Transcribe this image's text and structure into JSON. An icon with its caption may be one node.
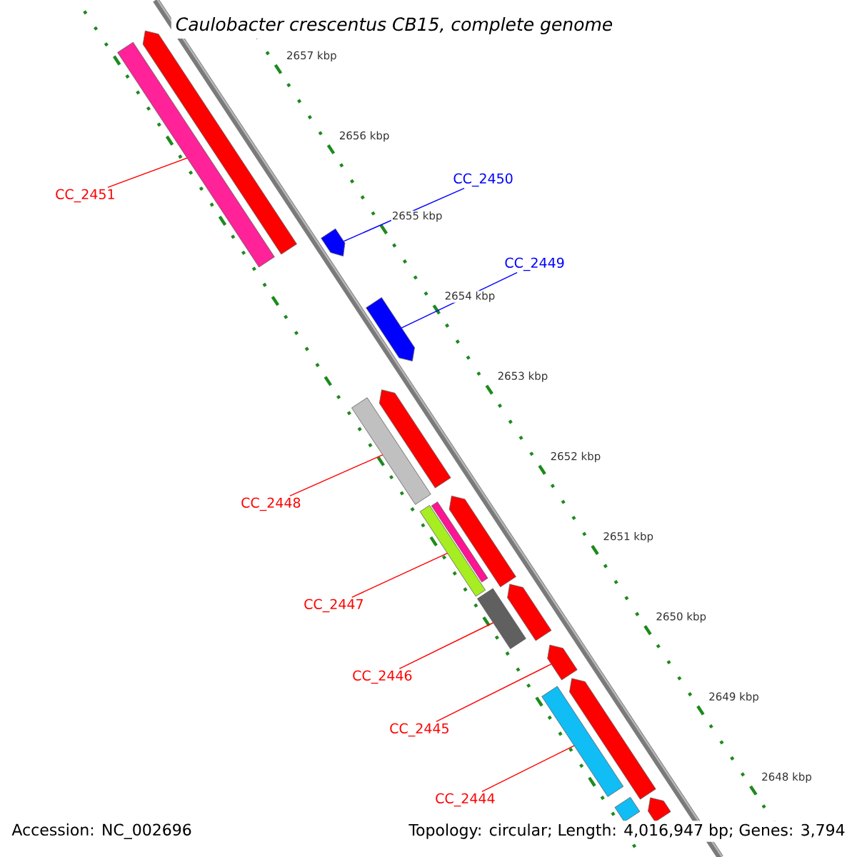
{
  "diagram": {
    "title": "Caulobacter crescentus CB15, complete genome",
    "nodes": [
      {
        "text": [
          "CC_2451"
        ]
      },
      {
        "text": [
          "CC_2450"
        ]
      },
      {
        "text": [
          "CC_2449"
        ]
      },
      {
        "text": [
          "CC_2448"
        ]
      },
      {
        "text": [
          "CC_2447"
        ]
      },
      {
        "text": [
          "CC_2446"
        ]
      },
      {
        "text": [
          "CC_2445"
        ]
      },
      {
        "text": [
          "CC_2444"
        ]
      },
      {
        "text": [],
        "shape": "pentagon"
      },
      {
        "text": [],
        "shape": "bar"
      },
      {
        "text": [],
        "shape": "pentagon"
      },
      {
        "text": [],
        "shape": "pentagon"
      },
      {
        "text": [],
        "shape": "pentagon"
      },
      {
        "text": [],
        "shape": "bar"
      },
      {
        "text": [],
        "shape": "pentagon"
      },
      {
        "text": [],
        "shape": "bar"
      },
      {
        "text": [],
        "shape": "bar"
      },
      {
        "text": [],
        "shape": "bar"
      },
      {
        "text": [],
        "shape": "pentagon"
      },
      {
        "text": [],
        "shape": "pentagon"
      },
      {
        "text": [],
        "shape": "pentagon"
      },
      {
        "text": [],
        "shape": "bar"
      },
      {
        "text": [],
        "shape": "pentagon"
      },
      {
        "text": [],
        "shape": "bar"
      }
    ],
    "edges": [
      {
        "from": 0,
        "to": 9,
        "arrow": "none"
      },
      {
        "from": 1,
        "to": 10,
        "arrow": "none",
        "color": "#0000ff"
      },
      {
        "from": 2,
        "to": 11,
        "arrow": "none",
        "color": "#0000ff"
      },
      {
        "from": 3,
        "to": 13,
        "arrow": "none"
      },
      {
        "from": 4,
        "to": 16,
        "arrow": "none"
      },
      {
        "from": 5,
        "to": 17,
        "arrow": "none"
      },
      {
        "from": 6,
        "to": 19,
        "arrow": "none"
      },
      {
        "from": 7,
        "to": 21,
        "arrow": "none"
      }
    ],
    "labels": [
      "2657 kbp",
      "2656 kbp",
      "2655 kbp",
      "2654 kbp",
      "2653 kbp",
      "2652 kbp",
      "2651 kbp",
      "2650 kbp",
      "2649 kbp",
      "2648 kbp",
      "Accession: NC_002696",
      "Topology: circular; Length: 4,016,947 bp; Genes: 3,794"
    ]
  }
}
